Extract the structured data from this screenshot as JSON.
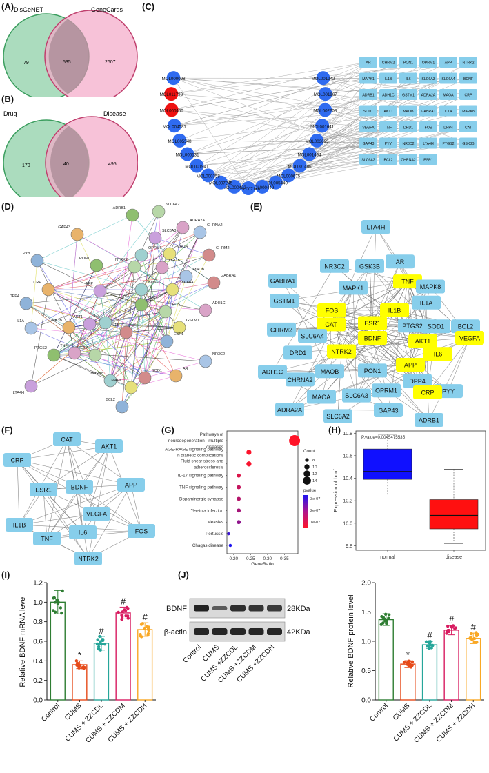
{
  "panels": {
    "A": {
      "label": "(A)",
      "left_name": "DisGeNET",
      "right_name": "GeneCards",
      "left_only": "79",
      "overlap": "535",
      "right_only": "2607"
    },
    "B": {
      "label": "(B)",
      "left_name": "Drug",
      "right_name": "Disease",
      "left_only": "170",
      "overlap": "40",
      "right_only": "495"
    },
    "C": {
      "label": "(C)",
      "mol_nodes": [
        "MOL001942",
        "MOL001967",
        "MOL002203",
        "MOL001641",
        "MOL003695",
        "MOL001494",
        "MOL001406",
        "MOL000675",
        "MOL005440",
        "MOL000449",
        "MOL007148",
        "MOL000422",
        "MOL007245",
        "MOL000358",
        "MOL001941",
        "MOL000131",
        "MOL005548",
        "MOL004581",
        "MOL000400",
        "MOL011793",
        "MOL000098"
      ],
      "gene_grid": [
        "AR",
        "CHRM2",
        "PON1",
        "OPRM1",
        "APP",
        "NTRK2",
        "MAPK1",
        "IL1B",
        "IL6",
        "SLC6A3",
        "SLC6A4",
        "BDNF",
        "ADRB1",
        "ADH1C",
        "GSTM1",
        "ADRA2A",
        "MAOA",
        "CRP",
        "SOD1",
        "AKT1",
        "MAOB",
        "GABRA1",
        "IL1A",
        "MAPK8",
        "VEGFA",
        "TNF",
        "DRD1",
        "FOS",
        "DPP4",
        "CAT",
        "GAP43",
        "PYY",
        "NR3C2",
        "LTA4H",
        "PTGS2",
        "GSK3B",
        "SLC6A2",
        "BCL2",
        "CHRNA2",
        "ESR1"
      ]
    },
    "D": {
      "label": "(D)",
      "nodes": [
        "ADRB1",
        "SLC6A2",
        "ADRA2A",
        "CHRNA2",
        "GAP43",
        "SLC6A3",
        "OPRM1",
        "MAOA",
        "CHRM2",
        "PYY",
        "PON1",
        "NTRK2",
        "DRD1",
        "MAOB",
        "CRP",
        "APP",
        "BDNF",
        "SLC6A4",
        "GABRA1",
        "DPP4",
        "CAT",
        "FOS",
        "ADH1C",
        "IL1A",
        "GSK3B",
        "AKT1",
        "IL6",
        "GSTM1",
        "IL1B",
        "ESR1",
        "PTGS2",
        "VEGFA",
        "TNF",
        "NR3C2",
        "AR",
        "LTA4H",
        "MAPK8",
        "MAPK1",
        "SOD1",
        "BCL2"
      ]
    },
    "E": {
      "label": "(E)",
      "nodes": [
        {
          "name": "LTA4H",
          "hub": false
        },
        {
          "name": "AR",
          "hub": false
        },
        {
          "name": "NR3C2",
          "hub": false
        },
        {
          "name": "GSK3B",
          "hub": false
        },
        {
          "name": "TNF",
          "hub": true
        },
        {
          "name": "MAPK8",
          "hub": false
        },
        {
          "name": "GABRA1",
          "hub": false
        },
        {
          "name": "MAPK1",
          "hub": false
        },
        {
          "name": "IL1A",
          "hub": false
        },
        {
          "name": "GSTM1",
          "hub": false
        },
        {
          "name": "FOS",
          "hub": true
        },
        {
          "name": "IL1B",
          "hub": true
        },
        {
          "name": "SOD1",
          "hub": false
        },
        {
          "name": "BCL2",
          "hub": false
        },
        {
          "name": "CAT",
          "hub": true
        },
        {
          "name": "ESR1",
          "hub": true
        },
        {
          "name": "PTGS2",
          "hub": false
        },
        {
          "name": "CHRM2",
          "hub": false
        },
        {
          "name": "SLC6A4",
          "hub": false
        },
        {
          "name": "BDNF",
          "hub": true
        },
        {
          "name": "VEGFA",
          "hub": true
        },
        {
          "name": "NTRK2",
          "hub": true
        },
        {
          "name": "AKT1",
          "hub": true
        },
        {
          "name": "IL6",
          "hub": true
        },
        {
          "name": "DRD1",
          "hub": false
        },
        {
          "name": "ADH1C",
          "hub": false
        },
        {
          "name": "MAOB",
          "hub": false
        },
        {
          "name": "PON1",
          "hub": false
        },
        {
          "name": "APP",
          "hub": true
        },
        {
          "name": "DPP4",
          "hub": false
        },
        {
          "name": "CHRNA2",
          "hub": false
        },
        {
          "name": "PYY",
          "hub": false
        },
        {
          "name": "OPRM1",
          "hub": false
        },
        {
          "name": "CRP",
          "hub": true
        },
        {
          "name": "MAOA",
          "hub": false
        },
        {
          "name": "SLC6A3",
          "hub": false
        },
        {
          "name": "GAP43",
          "hub": false
        },
        {
          "name": "ADRA2A",
          "hub": false
        },
        {
          "name": "SLC6A2",
          "hub": false
        },
        {
          "name": "ADRB1",
          "hub": false
        }
      ]
    },
    "F": {
      "label": "(F)",
      "nodes": [
        "CAT",
        "AKT1",
        "CRP",
        "APP",
        "ESR1",
        "BDNF",
        "VEGFA",
        "IL1B",
        "FOS",
        "IL6",
        "TNF",
        "NTRK2"
      ]
    },
    "G": {
      "label": "(G)"
    },
    "H": {
      "label": "(H)"
    },
    "I": {
      "label": "(I)"
    },
    "J": {
      "label": "(J)",
      "blot_labels": [
        "BDNF",
        "β-actin"
      ],
      "blot_kda": [
        "28KDa",
        "42KDa"
      ]
    }
  },
  "chart_data": [
    {
      "id": "G",
      "type": "scatter",
      "categories": [
        "Pathways of neurodegeneration - multiple diseases",
        "AGE-RAGE signaling pathway in diabetic complications",
        "Fluid shear stress and atherosclerosis",
        "IL-17 signaling pathway",
        "TNF signaling pathway",
        "Dopaminergic synapse",
        "Yersinia infection",
        "Measles",
        "Pertussis",
        "Chagas disease"
      ],
      "category_lines": [
        [
          "Pathways of",
          "neurodegeneration - multiple",
          "diseases"
        ],
        [
          "AGE-RAGE signaling pathway",
          "in diabetic complications"
        ],
        [
          "Fluid shear stress and",
          "atherosclerosis"
        ],
        [
          "IL-17 signaling pathway"
        ],
        [
          "TNF signaling pathway"
        ],
        [
          "Dopaminergic synapse"
        ],
        [
          "Yersinia infection"
        ],
        [
          "Measles"
        ],
        [
          "Pertussis"
        ],
        [
          "Chagas disease"
        ]
      ],
      "x": [
        0.38,
        0.245,
        0.245,
        0.215,
        0.215,
        0.215,
        0.215,
        0.215,
        0.185,
        0.19
      ],
      "count": [
        15,
        9,
        9,
        8,
        8,
        8,
        8,
        8,
        7,
        7
      ],
      "pvalue": [
        1e-09,
        5e-09,
        1e-08,
        5e-08,
        8e-08,
        1e-07,
        1.2e-07,
        1.5e-07,
        2.6e-07,
        3e-07
      ],
      "xlabel": "GeneRatio",
      "xticks": [
        "0.20",
        "0.25",
        "0.30",
        "0.35"
      ],
      "xlim": [
        0.18,
        0.39
      ],
      "size_legend_title": "Count",
      "size_legend": [
        "8",
        "10",
        "12",
        "14"
      ],
      "color_legend_title": "pvalue",
      "color_legend": [
        "3e-07",
        "2e-07",
        "1e-07"
      ]
    },
    {
      "id": "H",
      "type": "box",
      "categories": [
        "normal",
        "disease"
      ],
      "boxes": [
        {
          "min": 10.24,
          "q1": 10.39,
          "median": 10.46,
          "q3": 10.66,
          "max": 10.79,
          "color": "#1010FF"
        },
        {
          "min": 9.82,
          "q1": 9.95,
          "median": 10.07,
          "q3": 10.21,
          "max": 10.48,
          "color": "#FF1010"
        }
      ],
      "ylabel": "Expression of bdnf",
      "yticks": [
        "9.8",
        "10.0",
        "10.2",
        "10.4",
        "10.6",
        "10.8"
      ],
      "ylim": [
        9.76,
        10.82
      ],
      "annotation": "P.value=0.0045475535"
    },
    {
      "id": "I",
      "type": "bar",
      "categories": [
        "Control",
        "CUMS",
        "CUMS + ZZCDL",
        "CUMS + ZZCDM",
        "CUMS + ZZCDH"
      ],
      "values": [
        1.0,
        0.36,
        0.58,
        0.89,
        0.72
      ],
      "errors": [
        0.12,
        0.04,
        0.07,
        0.06,
        0.07
      ],
      "colors": [
        "#2E7D32",
        "#E64A19",
        "#26A69A",
        "#D81B60",
        "#F9A825"
      ],
      "significance": [
        "",
        "*",
        "#",
        "#",
        "#"
      ],
      "ylabel": "Relative BDNF mRNA level",
      "yticks": [
        "0.0",
        "0.2",
        "0.4",
        "0.6",
        "0.8",
        "1.0",
        "1.2"
      ],
      "ylim": [
        0,
        1.2
      ]
    },
    {
      "id": "J",
      "type": "bar",
      "categories": [
        "Control",
        "CUMS",
        "CUMS + ZZCDL",
        "CUMS + ZZCDM",
        "CUMS + ZZCDH"
      ],
      "values": [
        1.37,
        0.61,
        0.94,
        1.19,
        1.05
      ],
      "errors": [
        0.1,
        0.06,
        0.06,
        0.08,
        0.09
      ],
      "colors": [
        "#2E7D32",
        "#E64A19",
        "#26A69A",
        "#D81B60",
        "#F9A825"
      ],
      "significance": [
        "",
        "*",
        "#",
        "#",
        "#"
      ],
      "ylabel": "Relative BDNF protein level",
      "yticks": [
        "0.0",
        "0.5",
        "1.0",
        "1.5",
        "2.0"
      ],
      "ylim": [
        0,
        2.0
      ],
      "blot_lanes": [
        "Control",
        "CUMS",
        "CUMS +ZZCDL",
        "CUMS +ZZCDM",
        "CUMS +ZZCDH"
      ]
    }
  ]
}
